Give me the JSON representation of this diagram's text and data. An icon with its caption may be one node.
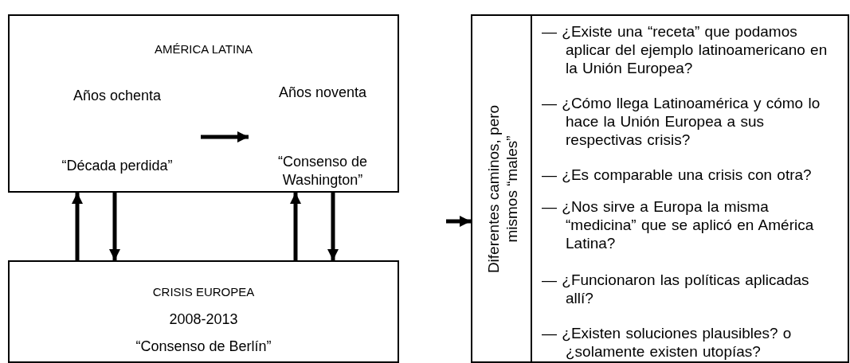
{
  "diagram": {
    "nodes": [
      {
        "text": [
          "AMÉRICA LATINA"
        ]
      },
      {
        "text": [
          "Años ochenta",
          "“Década perdida”"
        ],
        "in": 0
      },
      {
        "text": [
          "Años noventa",
          "“Consenso de Washington”"
        ],
        "in": 0
      },
      {
        "text": [
          "CRISIS EUROPEA",
          "2008-2013",
          "“Consenso de Berlín”"
        ]
      },
      {
        "text": [
          "Diferentes caminos, pero mismos “males”"
        ]
      },
      {
        "text": [
          "— ¿Existe una “receta” que podamos aplicar del ejemplo latinoamericano en la Unión Europea?",
          "— ¿Cómo llega Latinoamérica y cómo lo hace la Unión Europea a sus respectivas crisis?",
          "— ¿Es comparable una crisis con otra?",
          "— ¿Nos sirve a Europa la misma “medicina” que se aplicó en América Latina?",
          "— ¿Funcionaron las políticas aplicadas allí?",
          "— ¿Existen soluciones plausibles? o ¿solamente existen utopías?"
        ]
      }
    ],
    "edges": [
      {
        "from": 1,
        "to": 2,
        "arrow": "to"
      },
      {
        "from": 3,
        "to": 0,
        "arrow": "to"
      },
      {
        "from": 0,
        "to": 3,
        "arrow": "to"
      },
      {
        "from": 3,
        "to": 0,
        "arrow": "to"
      },
      {
        "from": 0,
        "to": 3,
        "arrow": "to"
      },
      {
        "from": null,
        "to": 4,
        "arrow": "to"
      }
    ]
  }
}
